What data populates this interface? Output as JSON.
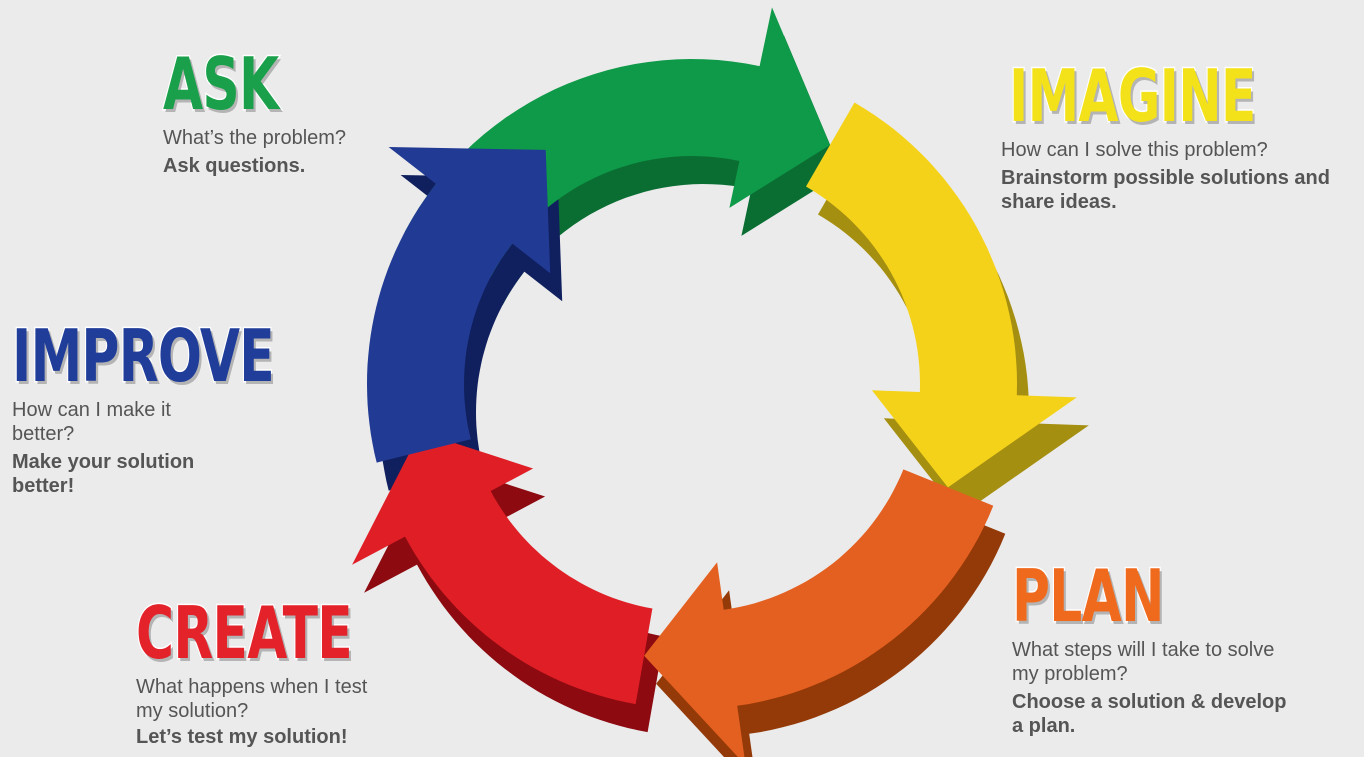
{
  "stages": [
    {
      "id": "ask",
      "title": "ASK",
      "question": "What’s the problem?",
      "action": "Ask questions.",
      "color": "#1aa04a",
      "arrow_color": "#0e9a48",
      "arrow_side_color": "#0a6e33"
    },
    {
      "id": "imagine",
      "title": "IMAGINE",
      "question": "How can I solve this problem?",
      "action": "Brainstorm possible solutions and share ideas.",
      "color": "#f3e21a",
      "arrow_color": "#f5d21a",
      "arrow_side_color": "#a58f10"
    },
    {
      "id": "plan",
      "title": "PLAN",
      "question": "What steps will I take to solve my problem?",
      "action": "Choose a solution & develop a plan.",
      "color": "#f06a1e",
      "arrow_color": "#e46020",
      "arrow_side_color": "#943a08"
    },
    {
      "id": "create",
      "title": "CREATE",
      "question": "What happens when I test my solution?",
      "action": "Let’s test my solution!",
      "color": "#e3222a",
      "arrow_color": "#e01e26",
      "arrow_side_color": "#8c0a10"
    },
    {
      "id": "improve",
      "title": "IMPROVE",
      "question": "How can I make it better?",
      "action": "Make your solution better!",
      "color": "#1f3d99",
      "arrow_color": "#213a93",
      "arrow_side_color": "#101f5e"
    }
  ],
  "colors": {
    "background": "#ebebeb",
    "text": "#555555"
  }
}
